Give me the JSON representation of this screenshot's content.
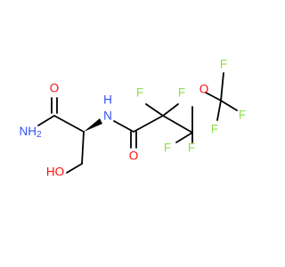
{
  "molecule": {
    "colors": {
      "bond": "#000000",
      "O": "#ff0d0d",
      "N": "#3050f8",
      "F": "#90e050"
    },
    "atoms": {
      "o_amide": "O",
      "nh2": "NH",
      "nh2_sub": "2",
      "nh": "N",
      "nh_h": "H",
      "oh": "HO",
      "f_c1_left": "F",
      "f_c1_right": "F",
      "f_c2_left": "F",
      "f_c2_right": "F",
      "o_ether": "O",
      "o_carbonyl": "O",
      "f_cf3_top": "F",
      "f_cf3_right": "F",
      "f_cf3_bottom": "F"
    }
  }
}
